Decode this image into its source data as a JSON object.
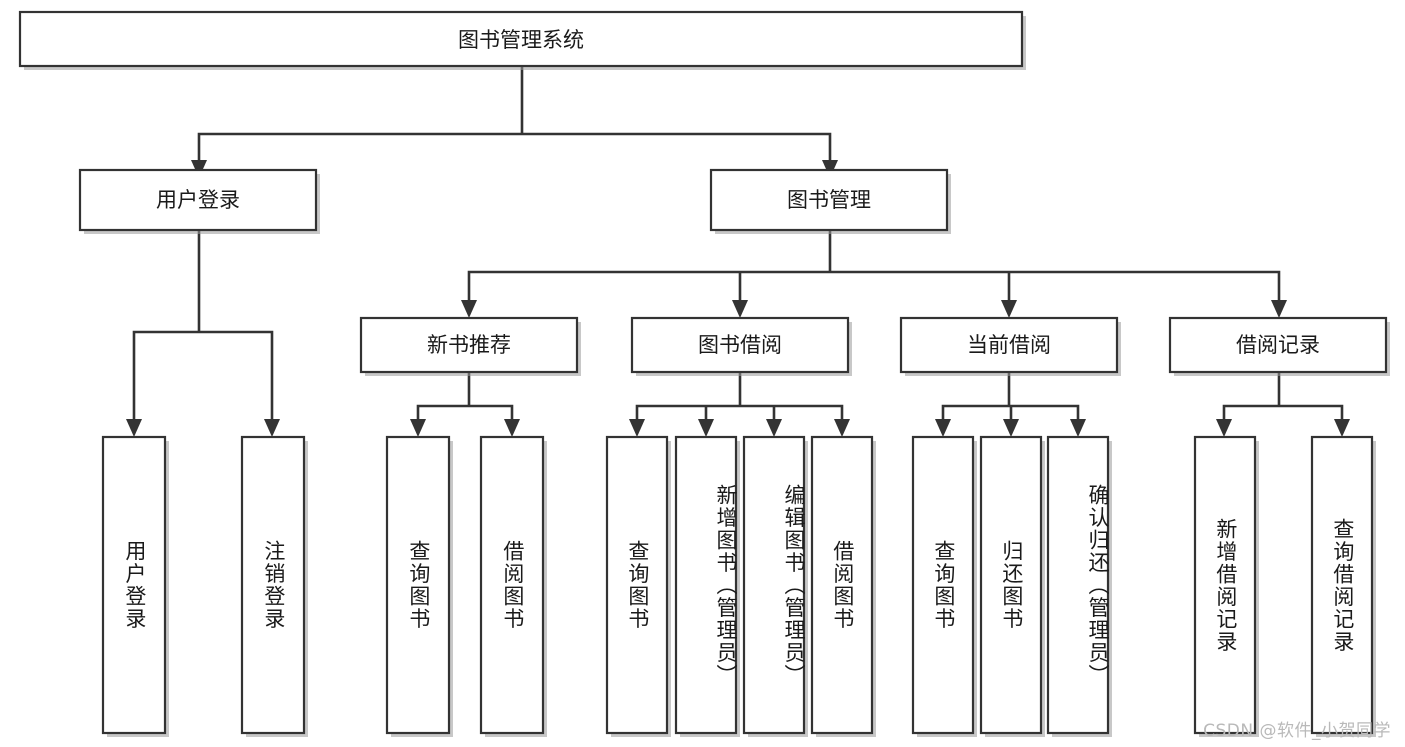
{
  "diagram": {
    "title": "图书管理系统",
    "type": "tree",
    "orientation": "top-down",
    "colors": {
      "box_stroke": "#333333",
      "box_fill": "#ffffff",
      "connector": "#333333",
      "text": "#1a1a1a",
      "background": "#ffffff",
      "watermark": "#b9b9b9"
    },
    "nodes": {
      "root": {
        "label": "图书管理系统"
      },
      "level2": [
        {
          "id": "user-login",
          "label": "用户登录"
        },
        {
          "id": "book-manage",
          "label": "图书管理"
        }
      ],
      "level3": [
        {
          "id": "new-book-recommend",
          "label": "新书推荐"
        },
        {
          "id": "book-borrow",
          "label": "图书借阅"
        },
        {
          "id": "current-borrow",
          "label": "当前借阅"
        },
        {
          "id": "borrow-record",
          "label": "借阅记录"
        }
      ],
      "leaves": {
        "user-login": [
          {
            "id": "leaf-user-login",
            "label": "用户登录"
          },
          {
            "id": "leaf-user-logout",
            "label": "注销登录"
          }
        ],
        "new-book-recommend": [
          {
            "id": "leaf-query-book-1",
            "label": "查询图书"
          },
          {
            "id": "leaf-borrow-book-1",
            "label": "借阅图书"
          }
        ],
        "book-borrow": [
          {
            "id": "leaf-query-book-2",
            "label": "查询图书"
          },
          {
            "id": "leaf-add-book",
            "label": "新增图书（管理员）"
          },
          {
            "id": "leaf-edit-book",
            "label": "编辑图书（管理员）"
          },
          {
            "id": "leaf-borrow-book-2",
            "label": "借阅图书"
          }
        ],
        "current-borrow": [
          {
            "id": "leaf-query-book-3",
            "label": "查询图书"
          },
          {
            "id": "leaf-return-book",
            "label": "归还图书"
          },
          {
            "id": "leaf-confirm-return",
            "label": "确认归还（管理员）"
          }
        ],
        "borrow-record": [
          {
            "id": "leaf-add-record",
            "label": "新增借阅记录"
          },
          {
            "id": "leaf-query-record",
            "label": "查询借阅记录"
          }
        ]
      }
    }
  },
  "watermark": {
    "text": "CSDN @软件_小贺同学"
  }
}
